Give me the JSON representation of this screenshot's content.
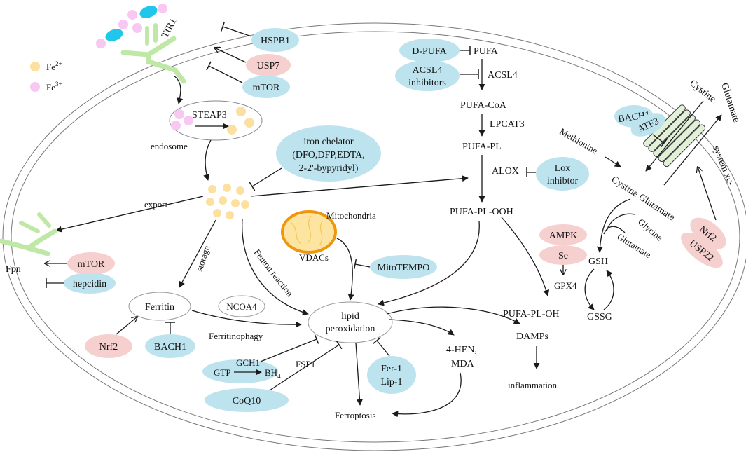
{
  "colors": {
    "blue_node": "#bde3ee",
    "pink_node": "#f6cfcf",
    "fe2": "#fde0a0",
    "fe3": "#f8c7f2",
    "cyan": "#20c7ea",
    "receptor": "#bfe7a6",
    "mito_outline": "#f0960a",
    "mito_fill": "#fde4a0",
    "transporter": "#e3f0d8"
  },
  "legend": {
    "fe2": "Fe",
    "fe2_sup": "2+",
    "fe3": "Fe",
    "fe3_sup": "3+"
  },
  "labels": {
    "tfr1": "TfR1",
    "hspb1": "HSPB1",
    "usp7": "USP7",
    "mtor_top": "mTOR",
    "steap3": "STEAP3",
    "endosome": "endosome",
    "iron_chelator": "iron chelator",
    "chelator_2": "(DFO,DFP,EDTA,",
    "chelator_3": "2-2'-bypyridyl)",
    "export": "export",
    "fpn": "Fpn",
    "mtor_fpn": "mTOR",
    "hepcidin": "hepcidin",
    "storage": "storage",
    "ferritin": "Ferritin",
    "ncoa4": "NCOA4",
    "ferritinophagy": "Ferritinophagy",
    "nrf2_left": "Nrf2",
    "bach1_left": "BACH1",
    "fenton": "Fenton reaction",
    "mitochondria": "Mitochondria",
    "vdacs": "VDACs",
    "mitotempo": "MitoTEMPO",
    "lipid": "lipid",
    "peroxidation": "peroxidation",
    "gch1": "GCH1",
    "gtp": "GTP",
    "bh4": "BH",
    "bh4_sub": "4",
    "fsp1": "FSP1",
    "coq10": "CoQ10",
    "fer1": "Fer-1",
    "lip1": "Lip-1",
    "hen": "4-HEN,",
    "mda": "MDA",
    "ferroptosis": "Ferroptosis",
    "damps": "DAMPs",
    "inflammation": "inflammation",
    "dpufa": "D-PUFA",
    "pufa": "PUFA",
    "acsl4_inhib_1": "ACSL4",
    "acsl4_inhib_2": "inhibitors",
    "acsl4": "ACSL4",
    "pufa_coa": "PUFA-CoA",
    "lpcat3": "LPCAT3",
    "pufa_pl": "PUFA-PL",
    "alox": "ALOX",
    "lox_1": "Lox",
    "lox_2": "inhibtor",
    "pufa_pl_ooh": "PUFA-PL-OOH",
    "ampk": "AMPK",
    "se": "Se",
    "gpx4": "GPX4",
    "pufa_pl_oh": "PUFA-PL-OH",
    "gsh": "GSH",
    "gssg": "GSSG",
    "glycine": "Glycine",
    "glutamate_low": "Glutamate",
    "cystine_glutamate": "Cystine Glutamate",
    "methionine": "Methionine",
    "bach1_right": "BACH1",
    "atf3": "ATF3",
    "cystine_top": "Cystine",
    "glutamate_top": "Glutamate",
    "system_xc": "system xc-",
    "nrf2_right": "Nrf2",
    "usp22": "USP22"
  }
}
